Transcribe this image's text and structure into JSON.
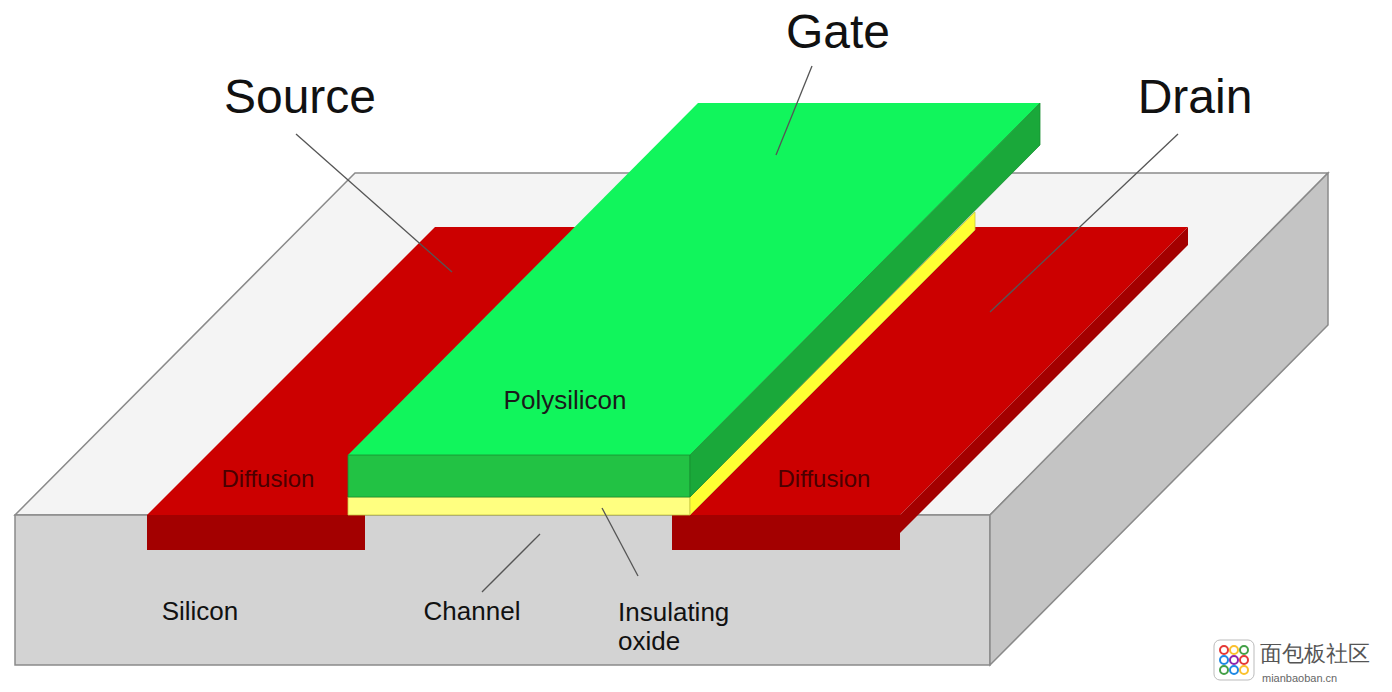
{
  "diagram": {
    "labels": [
      "Gate",
      "Source",
      "Drain",
      "Polysilicon",
      "Diffusion",
      "Diffusion",
      "Silicon",
      "Channel",
      "Insulating oxide",
      "面包板社区",
      "mianbaoban.cn"
    ]
  }
}
